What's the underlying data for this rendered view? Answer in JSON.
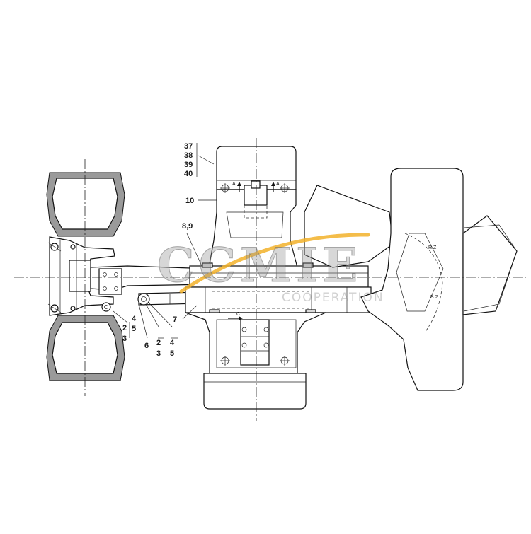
{
  "callouts": {
    "c37": "37",
    "c38": "38",
    "c39": "39",
    "c40": "40",
    "c10": "10",
    "c89": "8,9",
    "c7": "7",
    "cL2": "2",
    "cL3": "3",
    "cL4": "4",
    "cL5": "5",
    "c6": "6",
    "cB2": "2",
    "cB3": "3",
    "cB4": "4",
    "cB5": "5"
  },
  "section_marks": {
    "a1": "A",
    "a2": "A",
    "c1": "C",
    "c2": "C"
  },
  "watermark": {
    "main": "CCMIE",
    "sub": "COOPERATION"
  },
  "colors": {
    "line": "#111111",
    "watermark_accent": "#f2b12a"
  }
}
